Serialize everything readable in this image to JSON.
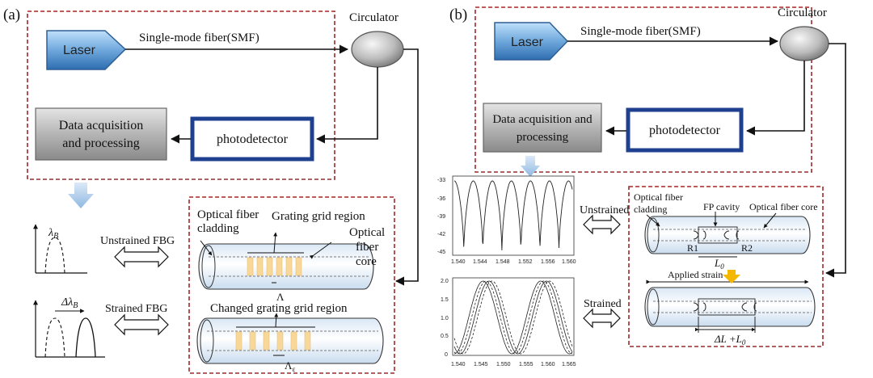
{
  "panel_a": {
    "label": "(a)",
    "laser": "Laser",
    "smf": "Single-mode fiber(SMF)",
    "circulator": "Circulator",
    "photodetector": "photodetector",
    "daq_line1": "Data acquisition",
    "daq_line2": "and processing",
    "lambda_b": "λ",
    "lambda_b_sub": "B",
    "delta_lambda_b": "Δλ",
    "delta_lambda_b_sub": "B",
    "unstrained": "Unstrained FBG",
    "strained": "Strained FBG",
    "cladding_l1": "Optical fiber",
    "cladding_l2": "cladding",
    "grating_region": "Grating grid region",
    "core_l1": "Optical",
    "core_l2": "fiber",
    "core_l3": "core",
    "period": "Λ",
    "changed_region": "Changed grating grid region",
    "period_strained": "Λ",
    "period_strained_sub": "ε"
  },
  "panel_b": {
    "label": "(b)",
    "laser": "Laser",
    "smf": "Single-mode fiber(SMF)",
    "circulator": "Circulator",
    "photodetector": "photodetector",
    "daq_line1": "Data acquisition and",
    "daq_line2": "processing",
    "unstrained": "Unstrained",
    "strained": "Strained",
    "cladding_l1": "Optical fiber",
    "cladding_l2": "cladding",
    "fp_cavity": "FP cavity",
    "core": "Optical fiber core",
    "r1": "R1",
    "r2": "R2",
    "l0": "L",
    "l0_sub": "0",
    "applied_strain": "Applied strain",
    "delta_l": "ΔL +L",
    "delta_l_sub": "0",
    "plot1_yticks": [
      "-33",
      "-36",
      "-39",
      "-42",
      "-45"
    ],
    "plot1_xticks": [
      "1.540",
      "1.544",
      "1.548",
      "1.552",
      "1.556",
      "1.560"
    ],
    "plot2_yticks": [
      "2.0",
      "1.5",
      "1.0",
      "0.5",
      "0"
    ],
    "plot2_xticks": [
      "1.540",
      "1.545",
      "1.550",
      "1.555",
      "1.560",
      "1.565"
    ]
  },
  "colors": {
    "dashed_border": "#a0282a",
    "laser_blue": "#5b9bd5",
    "pd_border": "#1f3f8f",
    "grating_yellow": "#f7d899",
    "arrow_light_blue": "#9dc3e6",
    "strain_arrow": "#f5b800"
  }
}
